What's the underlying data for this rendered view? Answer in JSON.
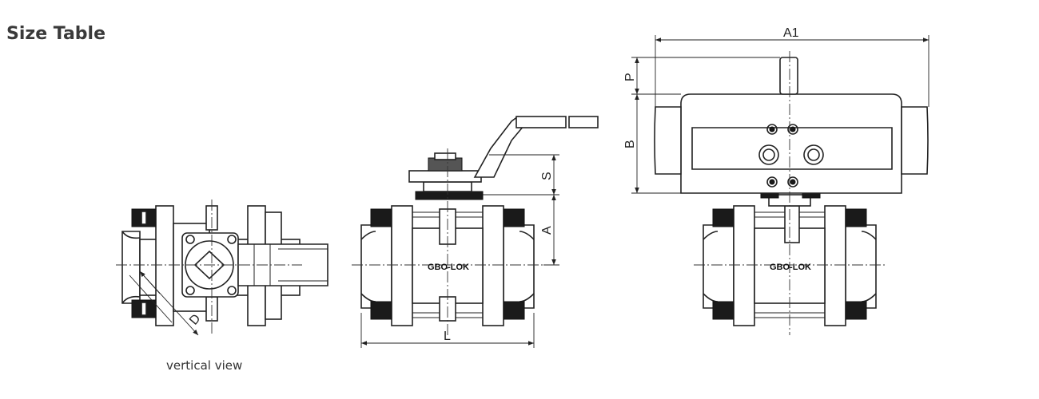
{
  "title": "Size Table",
  "caption": "vertical view",
  "dimensions": {
    "d": "D",
    "l": "L",
    "a": "A",
    "s": "S",
    "a1": "A1",
    "p": "P",
    "b": "B"
  },
  "brand": "GBO-LOK"
}
